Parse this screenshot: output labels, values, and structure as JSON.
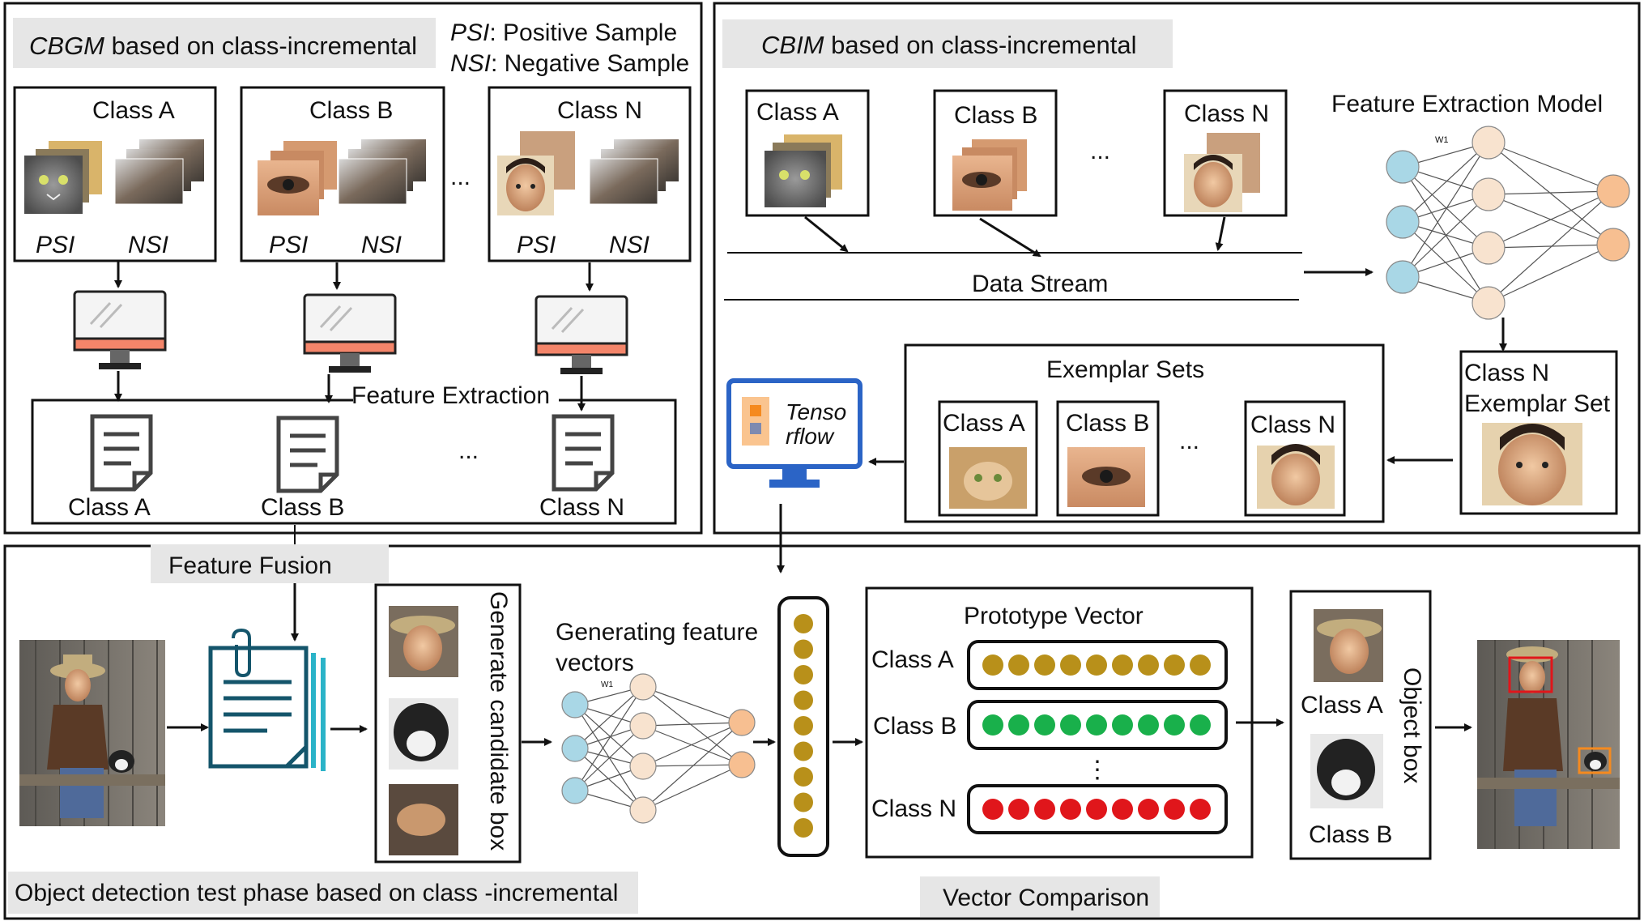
{
  "panels": {
    "cbgm": {
      "title_em": "CBGM",
      "title_rest": " based on class-incremental",
      "legend_psi_key": "PSI",
      "legend_psi_val": ": Positive Sample",
      "legend_nsi_key": "NSI",
      "legend_nsi_val": ": Negative Sample",
      "classes": [
        {
          "name": "Class A",
          "psi": "PSI",
          "nsi": "NSI"
        },
        {
          "name": "Class B",
          "psi": "PSI",
          "nsi": "NSI"
        },
        {
          "name": "Class N",
          "psi": "PSI",
          "nsi": "NSI"
        }
      ],
      "ellipsis": "...",
      "feature_extraction": "Feature Extraction",
      "doc_classes": [
        "Class A",
        "Class B",
        "Class N"
      ],
      "feature_fusion": "Feature Fusion"
    },
    "cbim": {
      "title_em": "CBIM",
      "title_rest": " based on class-incremental",
      "classes": [
        "Class A",
        "Class B",
        "Class N"
      ],
      "ellipsis": "...",
      "data_stream": "Data Stream",
      "feature_model": "Feature Extraction Model",
      "net_w_label": "W1",
      "exemplar_sets": "Exemplar Sets",
      "exemplar_classes": [
        "Class A",
        "Class B",
        "Class N"
      ],
      "classn_line1": "Class N",
      "classn_line2": "Exemplar Set",
      "tf_line1": "Tenso",
      "tf_line2": "rflow"
    },
    "test": {
      "title": "Object detection test phase based on class -incremental",
      "candidate": "Generate candidate box",
      "gen_line1": "Generating feature",
      "gen_line2": "vectors",
      "net_w_label": "W1",
      "prototype": "Prototype Vector",
      "proto_rows": [
        {
          "label": "Class A",
          "color": "#b8901a"
        },
        {
          "label": "Class B",
          "color": "#19b04b"
        },
        {
          "label": "Class N",
          "color": "#e0161b"
        }
      ],
      "proto_ellipsis": "⋮",
      "object_box": "Object box",
      "obj_class_a": "Class A",
      "obj_class_b": "Class B",
      "vector_comparison": "Vector Comparison"
    }
  },
  "colors": {
    "node_blue": "#a9d7e6",
    "node_peach": "#f8e3cf",
    "node_orange": "#f7bf91",
    "gold": "#b8901a",
    "monitor_accent": "#f4856a",
    "tf_orange": "#f58a1f",
    "tf_blue": "#2b64c6"
  }
}
